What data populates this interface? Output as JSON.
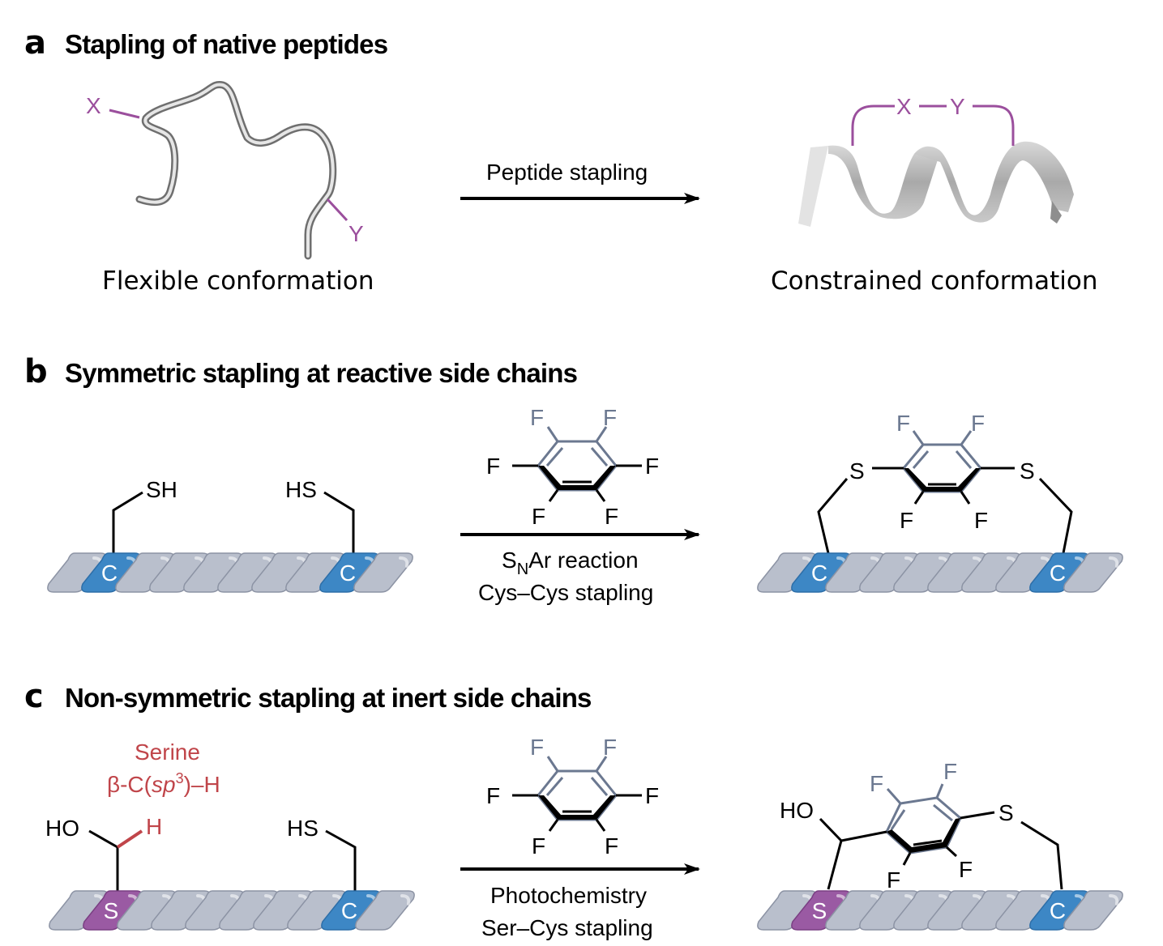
{
  "colors": {
    "bead_gray": "#b9bfcc",
    "bead_gray_edge": "#8c93a4",
    "cys_blue": "#3d87c5",
    "ser_purple": "#9a5aa3",
    "staple_purple": "#9b4f9d",
    "highlight_red": "#c0454a",
    "ring_gray": "#6b7890",
    "bond_black": "#000000"
  },
  "panels": [
    {
      "letter": "a",
      "title": "Stapling of native peptides",
      "left_caption": "Flexible conformation",
      "arrow_label": "Peptide stapling",
      "right_caption": "Constrained conformation",
      "left_labels": {
        "x": "X",
        "y": "Y"
      },
      "right_staple": {
        "x": "X",
        "bond": "—",
        "y": "Y"
      }
    },
    {
      "letter": "b",
      "title": "Symmetric stapling at reactive side chains",
      "reactant": {
        "left_group": "SH",
        "right_group": "HS",
        "residues": [
          "",
          "C",
          "",
          "",
          "",
          "",
          "",
          "",
          "C",
          ""
        ]
      },
      "reagent": {
        "substituents": [
          "F",
          "F",
          "F",
          "F",
          "F",
          "F"
        ]
      },
      "arrow_label_line1_main": "S",
      "arrow_label_line1_sub": "N",
      "arrow_label_line1_rest": "Ar reaction",
      "arrow_label_line2": "Cys–Cys stapling",
      "product": {
        "left_link": "S",
        "right_link": "S",
        "ring_substituents": [
          "F",
          "F",
          "F",
          "F"
        ],
        "residues": [
          "",
          "C",
          "",
          "",
          "",
          "",
          "",
          "",
          "C",
          ""
        ]
      }
    },
    {
      "letter": "c",
      "title": "Non-symmetric stapling at inert side chains",
      "reactant": {
        "annotation_line1": "Serine",
        "annotation_line2_pre": "β-C(",
        "annotation_line2_italic": "sp",
        "annotation_line2_sup": "3",
        "annotation_line2_post": ")–H",
        "left_oh": "HO",
        "left_h": "H",
        "right_group": "HS",
        "residues": [
          "",
          "S",
          "",
          "",
          "",
          "",
          "",
          "",
          "C",
          ""
        ]
      },
      "reagent": {
        "substituents": [
          "F",
          "F",
          "F",
          "F",
          "F",
          "F"
        ]
      },
      "arrow_label_line1": "Photochemistry",
      "arrow_label_line2": "Ser–Cys stapling",
      "product": {
        "oh": "HO",
        "right_link": "S",
        "ring_substituents": [
          "F",
          "F",
          "F",
          "F"
        ],
        "residues": [
          "",
          "S",
          "",
          "",
          "",
          "",
          "",
          "",
          "C",
          ""
        ]
      }
    }
  ]
}
